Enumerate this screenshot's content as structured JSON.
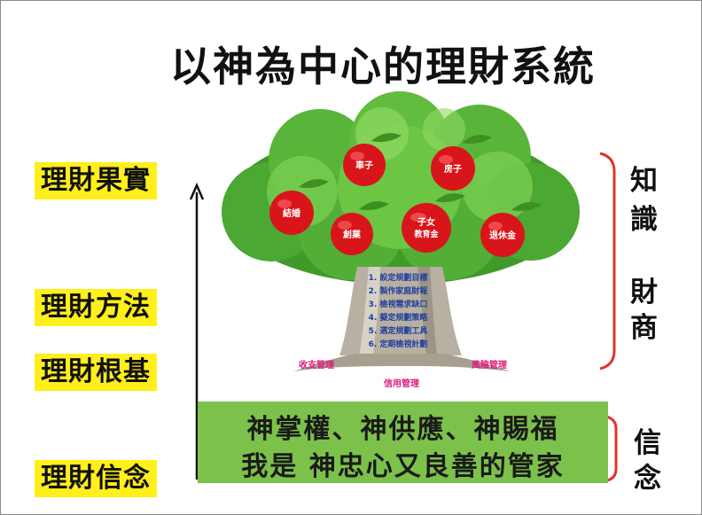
{
  "title": "以神為中心的理財系統",
  "left_labels": {
    "fruit": "理財果實",
    "method": "理財方法",
    "foundation": "理財根基",
    "belief": "理財信念"
  },
  "apples": {
    "car": "車子",
    "house": "房子",
    "marriage": "結婚",
    "business": "創業",
    "education_1": "子女",
    "education_2": "教育金",
    "retirement": "退休金"
  },
  "trunk_steps": [
    "6. 定期檢視計劃",
    "5. 選定規劃工具",
    "4. 擬定規劃策略",
    "3. 檢視需求缺口",
    "2. 製作家庭財報",
    "1. 設定規劃目標"
  ],
  "roots": {
    "left": "收支管理",
    "right": "風險管理",
    "center": "信用管理"
  },
  "green_box": {
    "line1": "神掌權、神供應、神賜福",
    "line2": "我是 神忠心又良善的管家"
  },
  "right_labels": {
    "knowledge_1": "知",
    "knowledge_2": "識",
    "business_1": "財",
    "business_2": "商",
    "belief_1": "信",
    "belief_2": "念"
  },
  "colors": {
    "highlight_yellow": "#ffef1a",
    "box_green": "#7cc24a",
    "bracket_red": "#e0342a",
    "apple_red": "#d8151a",
    "root_pink": "#e0197c",
    "trunk_text_blue": "#1f3f9e"
  }
}
